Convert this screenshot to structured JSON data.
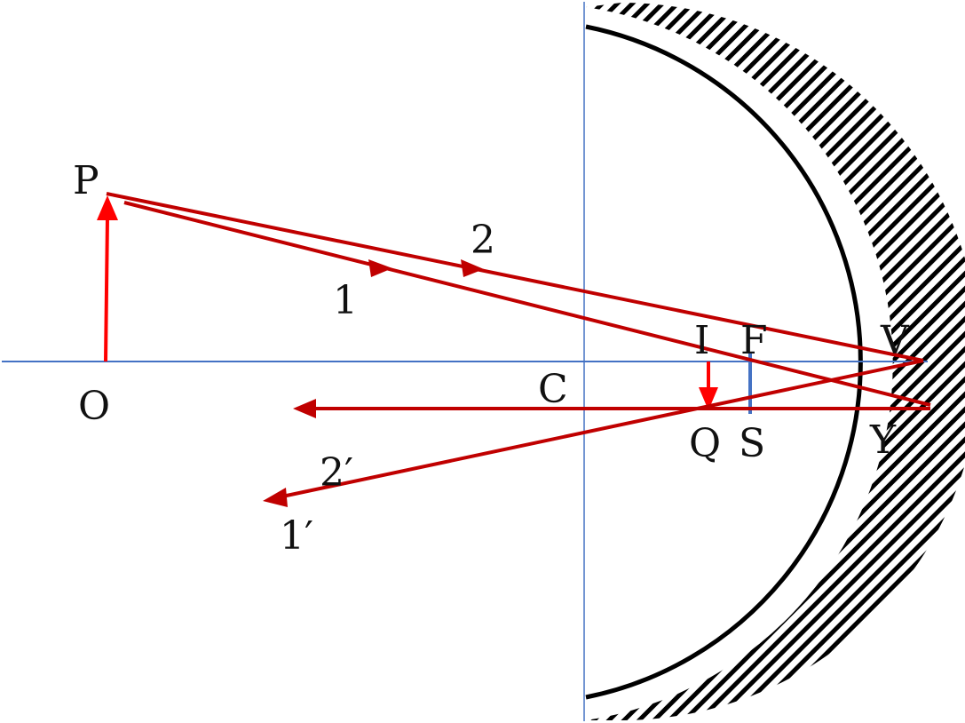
{
  "labels": {
    "P": "P",
    "O": "O",
    "C": "C",
    "I": "I",
    "F": "F",
    "V": "V",
    "Q": "Q",
    "S": "S",
    "Y": "Y",
    "ray1": "1",
    "ray2": "2",
    "ray1_reflected": "1′",
    "ray2_reflected": "2′"
  },
  "colors": {
    "ray": "#c00000",
    "object_arrow": "#ff0000",
    "axis": "#4472c4",
    "focal_marker": "#4472c4",
    "mirror": "#000000",
    "text": "#111111"
  }
}
